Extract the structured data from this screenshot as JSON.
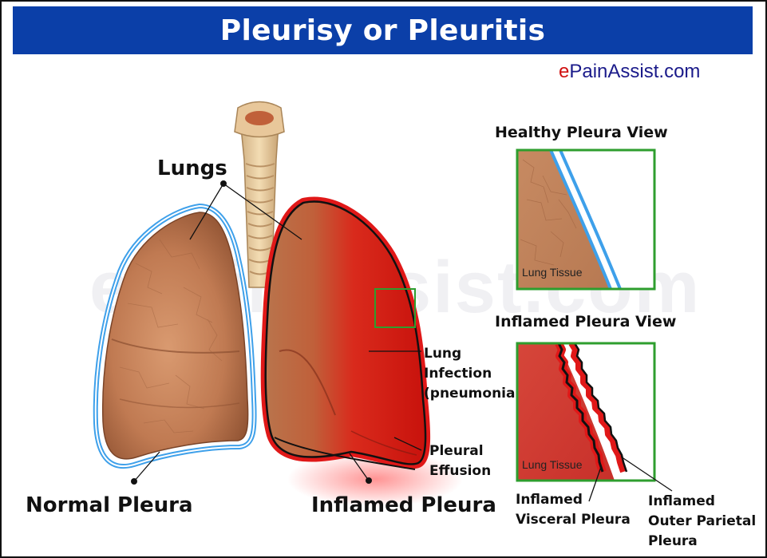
{
  "title": "Pleurisy or Pleuritis",
  "site": {
    "prefix": "e",
    "rest": "PainAssist.com"
  },
  "watermark": "ePainAssist.com",
  "labels": {
    "lungs": "Lungs",
    "normal_pleura": "Normal Pleura",
    "inflamed_pleura": "Inflamed Pleura",
    "lung_infection_1": "Lung",
    "lung_infection_2": "Infection",
    "lung_infection_3": "(pneumonia",
    "pleural_effusion_1": "Pleural",
    "pleural_effusion_2": "Effusion"
  },
  "healthy_view": {
    "title": "Healthy Pleura View",
    "tissue_label": "Lung Tissue"
  },
  "inflamed_view": {
    "title": "Inflamed Pleura View",
    "tissue_label": "Lung Tissue",
    "visceral_1": "Inflamed",
    "visceral_2": "Visceral Pleura",
    "parietal_1": "Inflamed",
    "parietal_2": "Outer Parietal",
    "parietal_3": "Pleura"
  },
  "colors": {
    "title_bar": "#0b3fa8",
    "pleura_blue": "#3ea0ea",
    "inflamed_red": "#e01818",
    "frame_green": "#2e9e2e",
    "lung_tissue": "#c8845a"
  }
}
